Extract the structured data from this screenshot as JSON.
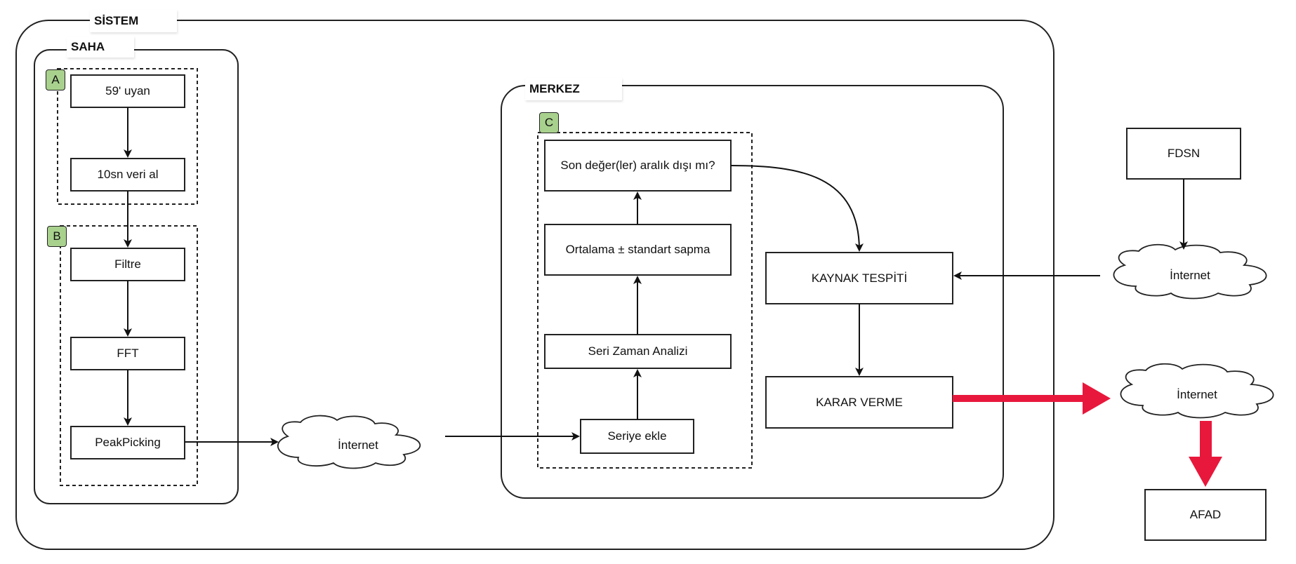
{
  "groups": {
    "sistem": "SİSTEM",
    "saha": "SAHA",
    "merkez": "MERKEZ"
  },
  "badges": {
    "a": "A",
    "b": "B",
    "c": "C"
  },
  "nodes": {
    "uyan": "59' uyan",
    "veri": "10sn veri al",
    "filtre": "Filtre",
    "fft": "FFT",
    "peak": "PeakPicking",
    "internet1": "İnternet",
    "seriye": "Seriye ekle",
    "seri_zaman": "Seri Zaman Analizi",
    "ortalama": "Ortalama ± standart sapma",
    "son_deger": "Son değer(ler) aralık dışı mı?",
    "kaynak": "KAYNAK TESPİTİ",
    "karar": "KARAR VERME",
    "fdsn": "FDSN",
    "internet2": "İnternet",
    "internet3": "İnternet",
    "afad": "AFAD"
  },
  "colors": {
    "stroke": "#222222",
    "badge_fill": "#a9d18e",
    "alert_arrow": "#e8183c"
  }
}
